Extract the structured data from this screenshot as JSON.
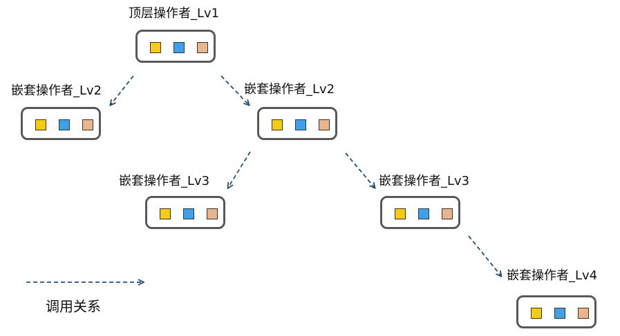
{
  "colors": {
    "box_border": "#595959",
    "square_yellow": "#f5cc12",
    "square_blue": "#3fa0ea",
    "square_orange": "#e8b58c",
    "arrow": "#1f4e79"
  },
  "nodes": [
    {
      "id": "lv1",
      "label": "顶层操作者_Lv1"
    },
    {
      "id": "lv2a",
      "label": "嵌套操作者_Lv2"
    },
    {
      "id": "lv2b",
      "label": "嵌套操作者_Lv2"
    },
    {
      "id": "lv3a",
      "label": "嵌套操作者_Lv3"
    },
    {
      "id": "lv3b",
      "label": "嵌套操作者_Lv3"
    },
    {
      "id": "lv4",
      "label": "嵌套操作者_Lv4"
    }
  ],
  "edges": [
    {
      "from": "lv1",
      "to": "lv2a"
    },
    {
      "from": "lv1",
      "to": "lv2b"
    },
    {
      "from": "lv2b",
      "to": "lv3a"
    },
    {
      "from": "lv2b",
      "to": "lv3b"
    },
    {
      "from": "lv3b",
      "to": "lv4"
    }
  ],
  "legend": {
    "label": "调用关系"
  }
}
